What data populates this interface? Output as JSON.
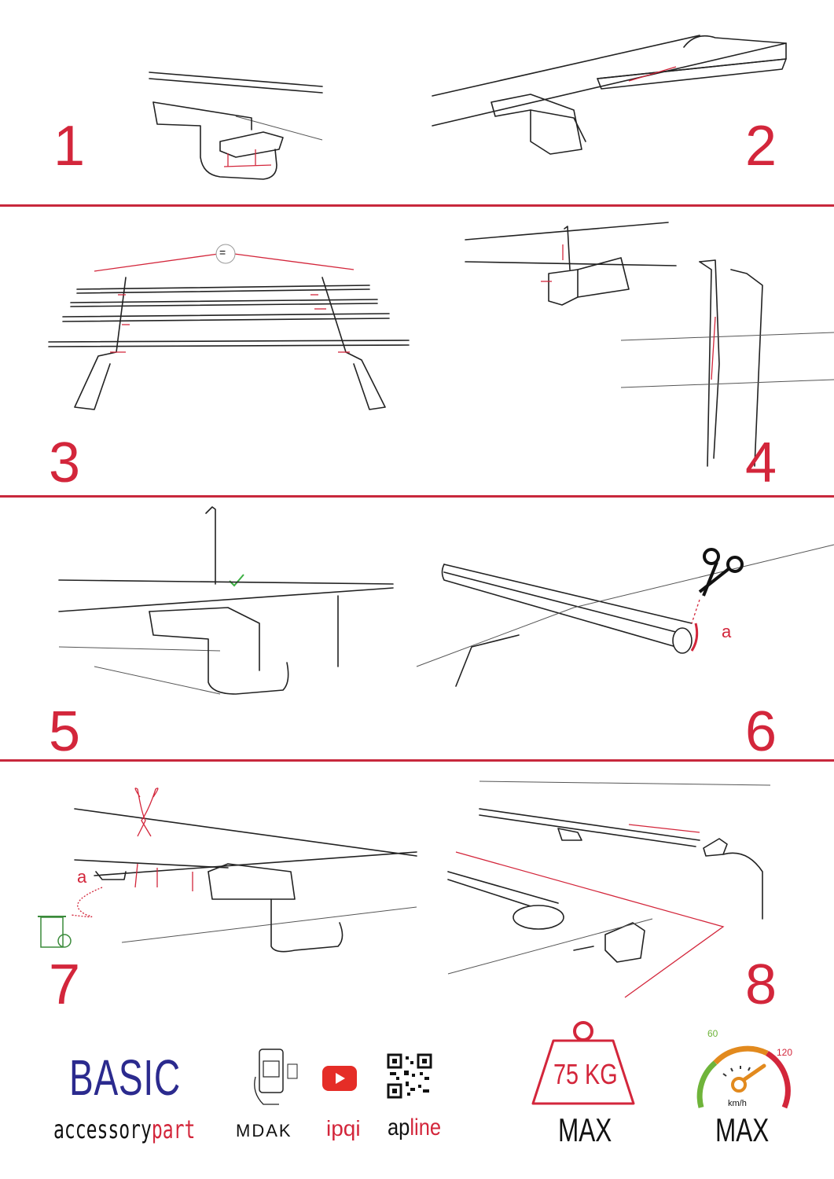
{
  "steps": [
    {
      "number": "1"
    },
    {
      "number": "2"
    },
    {
      "number": "3",
      "equal_mark": "="
    },
    {
      "number": "4"
    },
    {
      "number": "5"
    },
    {
      "number": "6",
      "label": "a"
    },
    {
      "number": "7",
      "label": "a"
    },
    {
      "number": "8"
    }
  ],
  "footer": {
    "brand_title": "BASIC",
    "brand_sub_black": "accessory",
    "brand_sub_red": "part",
    "logo_mdak": "MDAK",
    "logo_ipqi": "ipqi",
    "logo_apline_black": "ap",
    "logo_apline_red": "line",
    "weight_value": "75 KG",
    "weight_caption": "MAX",
    "speed_tick_low": "60",
    "speed_tick_high": "120",
    "speed_unit": "km/h",
    "speed_caption": "MAX"
  },
  "colors": {
    "accent": "#d3263b",
    "brand_blue": "#2b2a8e",
    "youtube_red": "#e52d27",
    "check_green": "#3cb043"
  },
  "icons": [
    "qr-code-icon",
    "phone-scan-icon",
    "youtube-icon",
    "scissors-icon",
    "recycle-bin-icon",
    "weight-icon",
    "speedometer-icon",
    "checkmark-icon"
  ]
}
